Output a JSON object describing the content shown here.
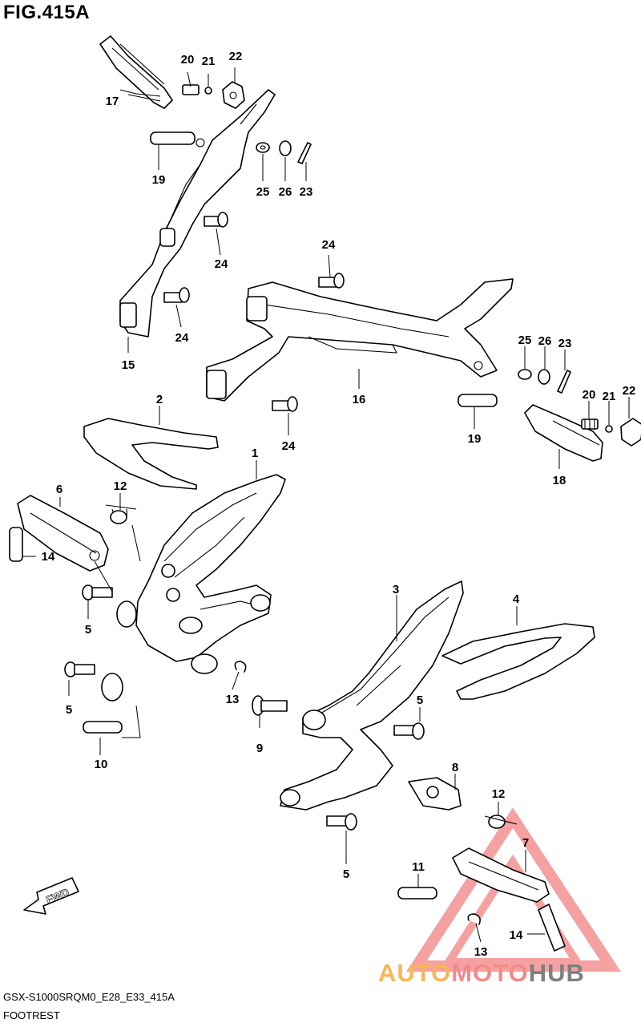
{
  "figure_title": "FIG.415A",
  "model_code": "GSX-S1000SRQM0_E28_E33_415A",
  "section_name": "FOOTREST",
  "fwd_label": "FWD",
  "watermark": {
    "part1": "AUTO",
    "part2": "MOTO",
    "part3": "HUB",
    "color1": "#f7b757",
    "color2": "#f28a8a",
    "color3": "#7f7f7f"
  },
  "callouts": {
    "c1": "1",
    "c2": "2",
    "c3": "3",
    "c4": "4",
    "c5a": "5",
    "c5b": "5",
    "c5c": "5",
    "c5d": "5",
    "c6": "6",
    "c7": "7",
    "c8": "8",
    "c9": "9",
    "c10": "10",
    "c11": "11",
    "c12a": "12",
    "c12b": "12",
    "c13a": "13",
    "c13b": "13",
    "c14a": "14",
    "c14b": "14",
    "c15": "15",
    "c16": "16",
    "c17": "17",
    "c18": "18",
    "c19a": "19",
    "c19b": "19",
    "c20a": "20",
    "c20b": "20",
    "c21a": "21",
    "c21b": "21",
    "c22a": "22",
    "c22b": "22",
    "c23a": "23",
    "c23b": "23",
    "c24a": "24",
    "c24b": "24",
    "c24c": "24",
    "c24d": "24",
    "c25a": "25",
    "c25b": "25",
    "c26a": "26",
    "c26b": "26"
  }
}
